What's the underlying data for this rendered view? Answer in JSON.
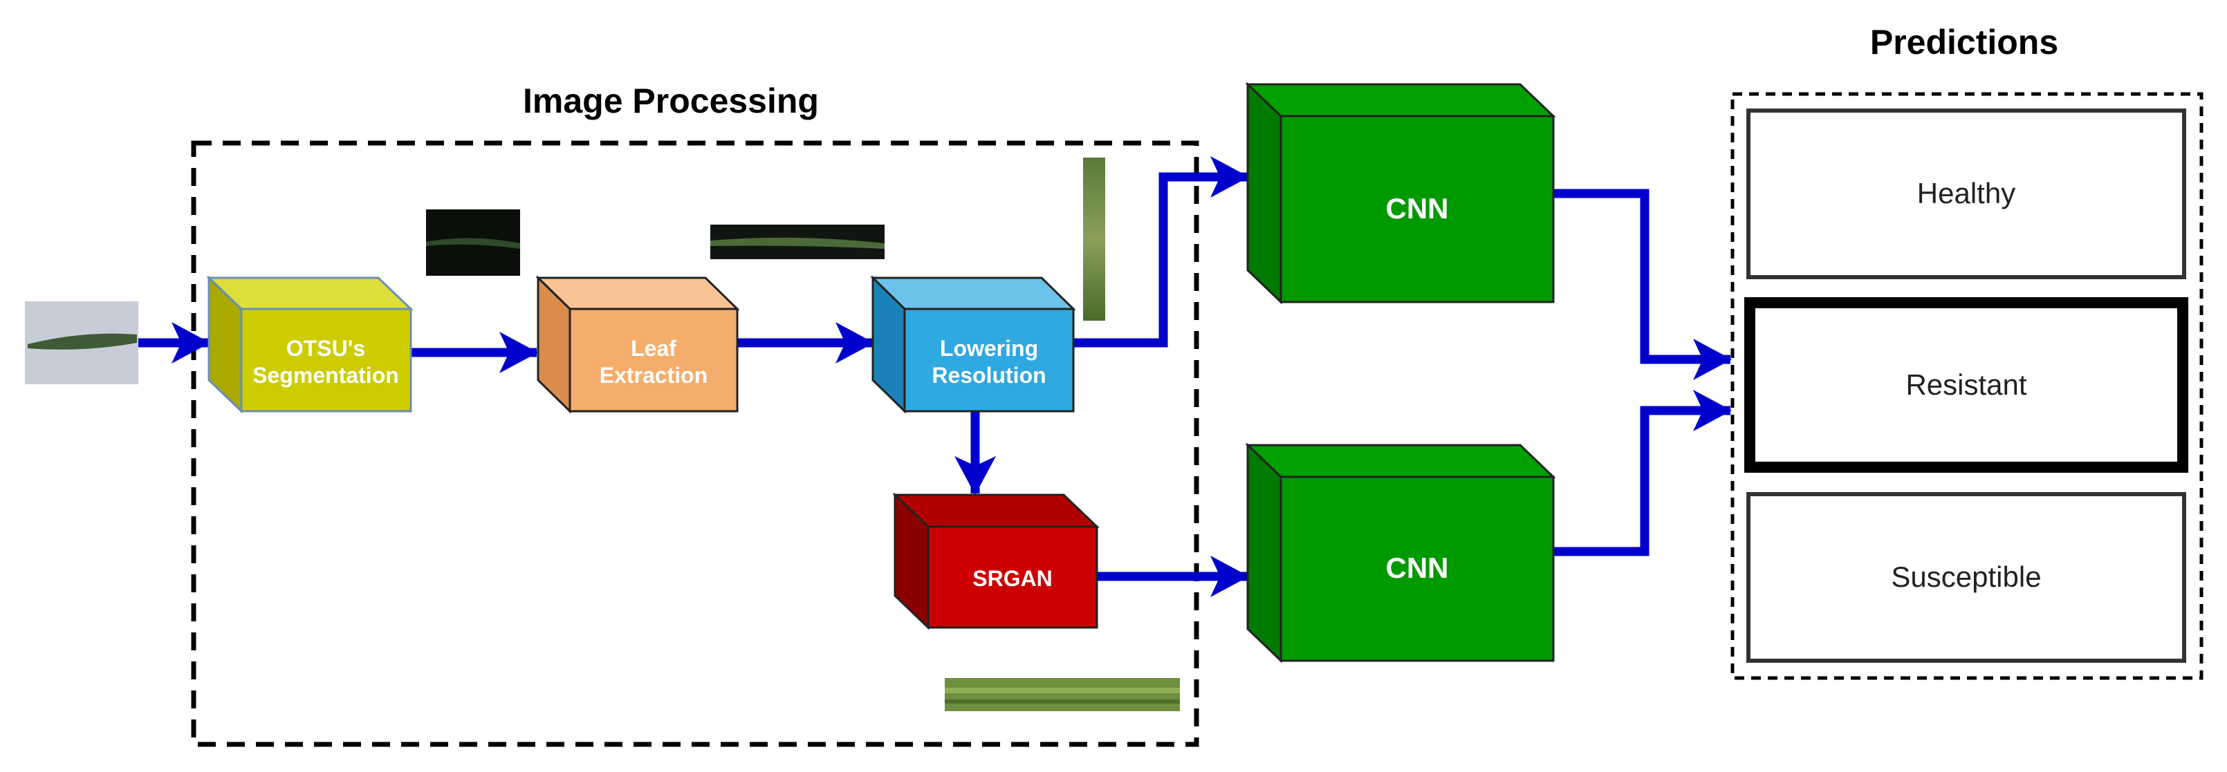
{
  "titles": {
    "image_processing": "Image Processing",
    "predictions": "Predictions"
  },
  "blocks": {
    "otsu": {
      "line1": "OTSU's",
      "line2": "Segmentation",
      "color": "#cccc00"
    },
    "leaf": {
      "line1": "Leaf",
      "line2": "Extraction",
      "color": "#f5ad6c"
    },
    "lowering": {
      "line1": "Lowering",
      "line2": "Resolution",
      "color": "#30a8e0"
    },
    "srgan": {
      "label": "SRGAN",
      "color": "#cc0000"
    },
    "cnn_top": {
      "label": "CNN",
      "color": "#009900"
    },
    "cnn_bottom": {
      "label": "CNN",
      "color": "#009900"
    }
  },
  "predictions": {
    "healthy": "Healthy",
    "resistant": "Resistant",
    "susceptible": "Susceptible"
  },
  "colors": {
    "arrow": "#0000cc",
    "dashed_border": "#000000"
  }
}
